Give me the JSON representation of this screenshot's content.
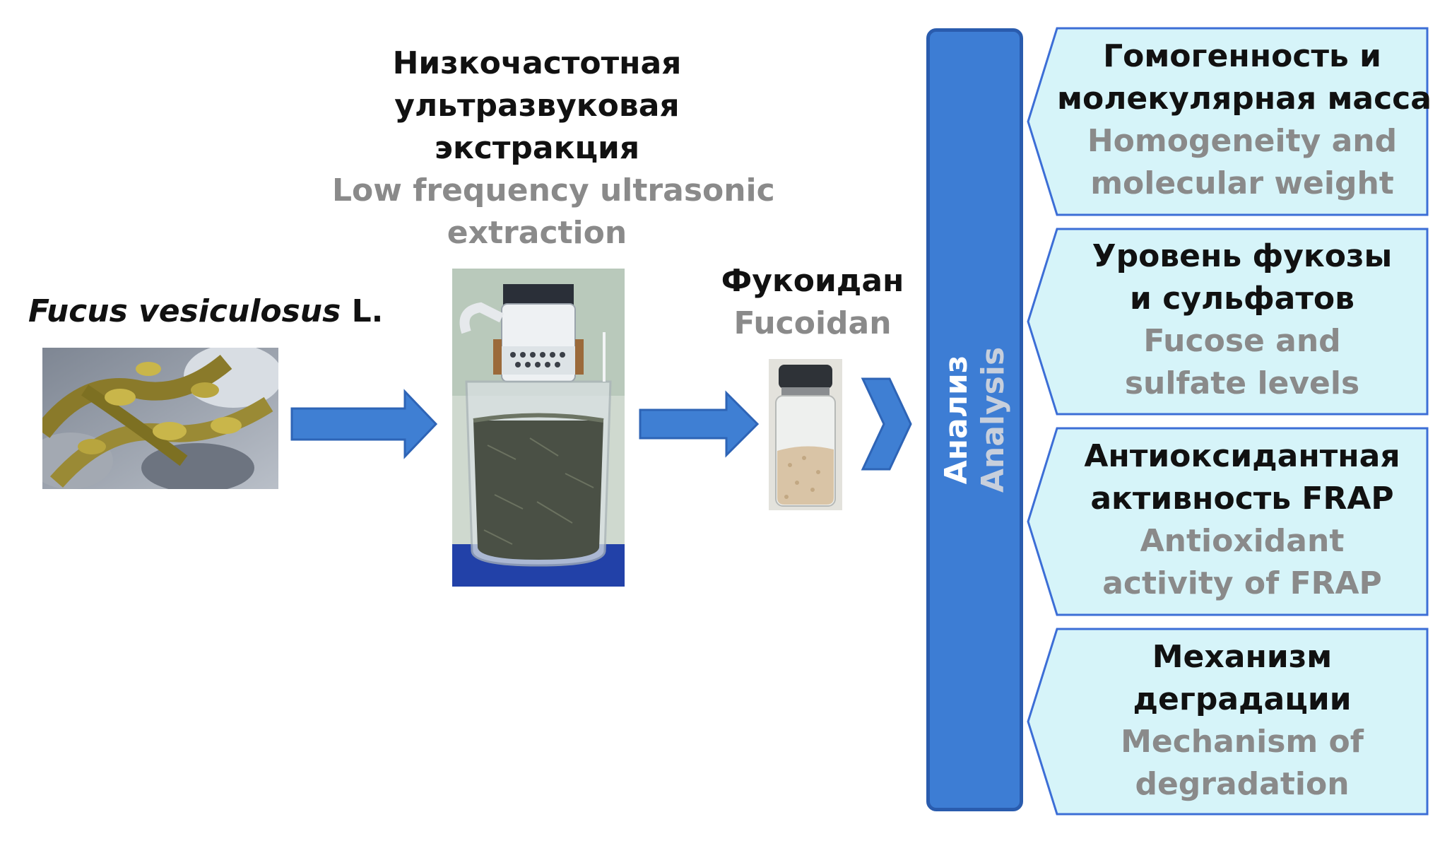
{
  "species": {
    "name_italic": "Fucus vesiculosus",
    "suffix": " L."
  },
  "extraction": {
    "ru": [
      "Низкочастотная",
      "ультразвуковая",
      "экстракция"
    ],
    "en": [
      "Low frequency ultrasonic",
      "extraction"
    ]
  },
  "product": {
    "ru": "Фукоидан",
    "en": "Fucoidan"
  },
  "analysis": {
    "ru": "Анализ",
    "en": "Analysis"
  },
  "results": [
    {
      "ru": [
        "Гомогенность и",
        "молекулярная масса"
      ],
      "en": [
        "Homogeneity and",
        "molecular weight"
      ]
    },
    {
      "ru": [
        "Уровень фукозы",
        "и сульфатов"
      ],
      "en": [
        "Fucose and",
        "sulfate levels"
      ]
    },
    {
      "ru": [
        "Антиоксидантная",
        "активность FRAP"
      ],
      "en": [
        "Antioxidant",
        "activity of FRAP"
      ]
    },
    {
      "ru": [
        "Механизм",
        "деградации"
      ],
      "en": [
        "Mechanism of",
        "degradation"
      ]
    }
  ],
  "colors": {
    "arrow": "#3f7fd3",
    "panel_fill": "#d6f4f9",
    "panel_border": "#3c6ed6",
    "bar": "#3d7dd4"
  }
}
